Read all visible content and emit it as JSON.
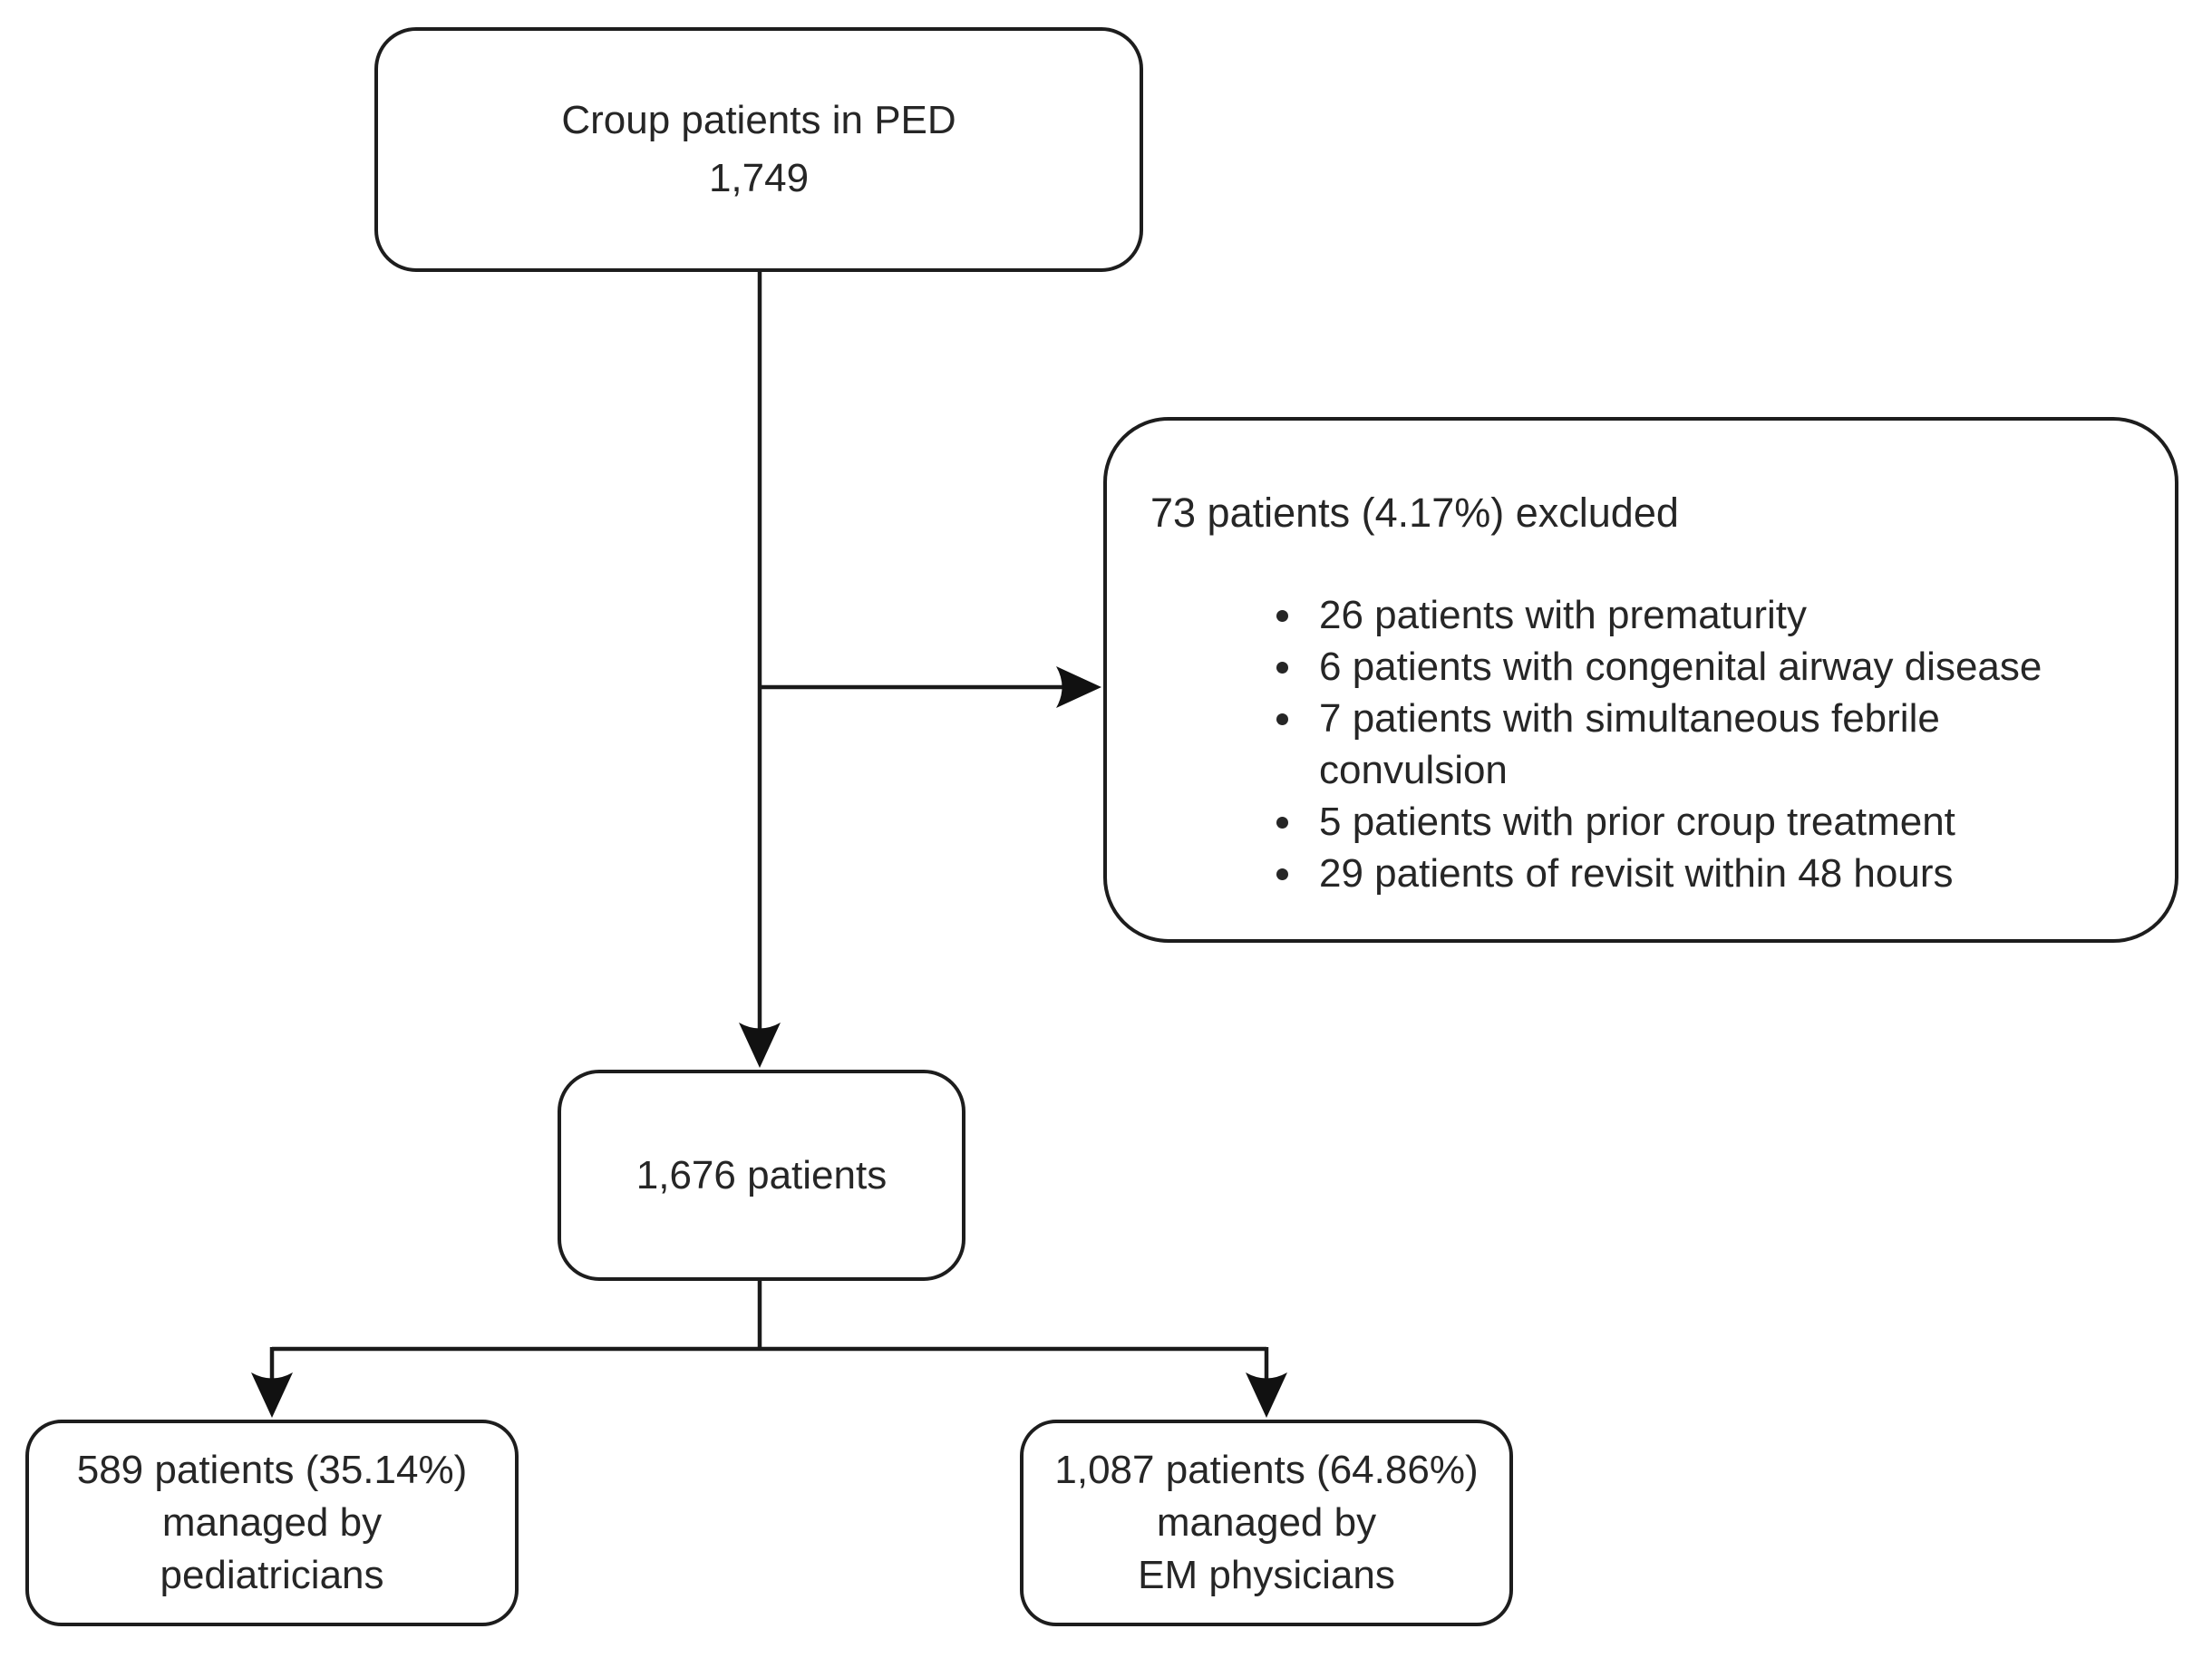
{
  "diagram": {
    "title_semantic": "croup-patient-flowchart",
    "top_box": {
      "line1": "Croup patients in PED",
      "line2": "1,749"
    },
    "excluded_box": {
      "header": "73 patients (4.17%) excluded",
      "items": [
        "26 patients with prematurity",
        "6 patients with congenital airway disease",
        "7 patients with simultaneous febrile convulsion",
        "5 patients with prior croup treatment",
        "29 patients of revisit within 48 hours"
      ]
    },
    "middle_box": {
      "label": "1,676 patients"
    },
    "left_box": {
      "line1": "589 patients (35.14%)",
      "line2": "managed by",
      "line3": "pediatricians"
    },
    "right_box": {
      "line1": "1,087 patients (64.86%)",
      "line2": "managed by",
      "line3": "EM physicians"
    },
    "colors": {
      "stroke": "#1a1a1a",
      "border": "#1d1d1d",
      "text": "#262626",
      "background": "#ffffff"
    }
  }
}
